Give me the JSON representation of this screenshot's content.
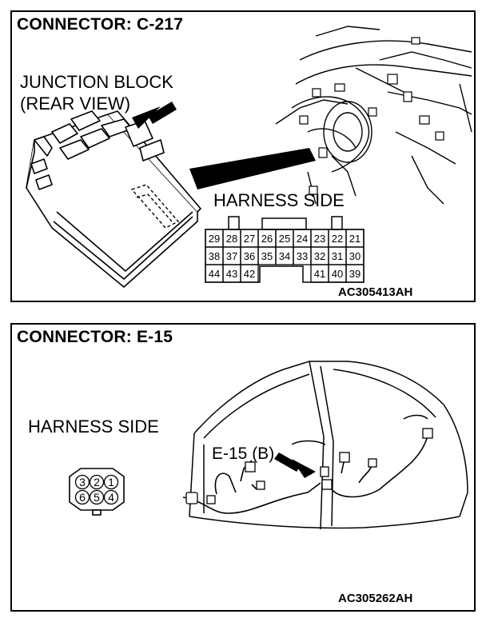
{
  "top_panel": {
    "title": "CONNECTOR: C-217",
    "junction_label_line1": "JUNCTION BLOCK",
    "junction_label_line2": "(REAR VIEW)",
    "harness_side_label": "HARNESS SIDE",
    "code": "AC305413AH",
    "connector_rows": [
      [
        "29",
        "28",
        "27",
        "26",
        "25",
        "24",
        "23",
        "22",
        "21"
      ],
      [
        "38",
        "37",
        "36",
        "35",
        "34",
        "33",
        "32",
        "31",
        "30"
      ],
      [
        "44",
        "43",
        "42",
        "",
        "",
        "",
        "41",
        "40",
        "39"
      ]
    ]
  },
  "bottom_panel": {
    "title": "CONNECTOR: E-15",
    "harness_side_label": "HARNESS SIDE",
    "connector_callout": "E-15 (B)",
    "code": "AC305262AH",
    "connector_pins_top": [
      "3",
      "2",
      "1"
    ],
    "connector_pins_bottom": [
      "6",
      "5",
      "4"
    ]
  }
}
